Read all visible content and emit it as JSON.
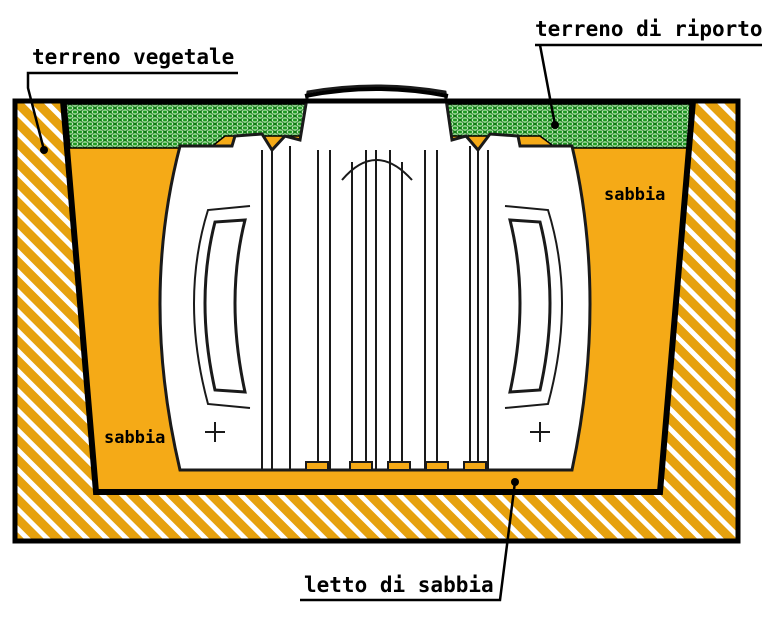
{
  "labels": {
    "topsoil": "terreno vegetale",
    "fill_soil": "terreno di riporto",
    "sand_right": "sabbia",
    "sand_left": "sabbia",
    "sand_bed": "letto di sabbia"
  },
  "colors": {
    "outline": "#000000",
    "excavation_hatch_bg": "#e6a10e",
    "excavation_hatch_stripe": "#ffffff",
    "sand": "#f5aa17",
    "topsoil": "#1e9a22",
    "topsoil_pattern": "#bfe8b8",
    "tank": "#ffffff",
    "tank_lines": "#1a1a1a"
  }
}
